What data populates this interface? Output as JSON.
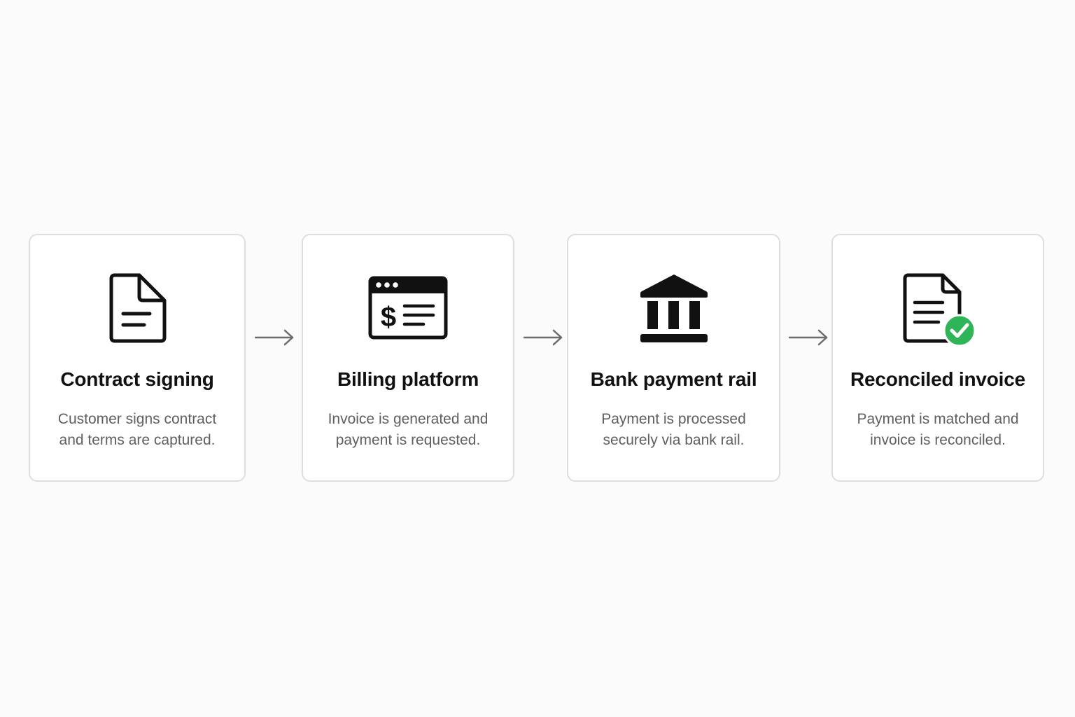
{
  "colors": {
    "background": "#fbfbfb",
    "card_border": "#dedede",
    "title": "#111111",
    "description": "#5f5f5f",
    "arrow": "#6b6b6b",
    "check_badge": "#2fb457"
  },
  "steps": [
    {
      "icon": "document-icon",
      "title": "Contract signing",
      "description_line1": "Customer signs contract",
      "description_line2": "and terms are captured."
    },
    {
      "icon": "billing-window-dollar-icon",
      "title": "Billing platform",
      "description_line1": "Invoice is generated and",
      "description_line2": "payment is requested."
    },
    {
      "icon": "bank-icon",
      "title": "Bank payment rail",
      "description_line1": "Payment is processed",
      "description_line2": "securely via bank rail."
    },
    {
      "icon": "document-check-icon",
      "title": "Reconciled invoice",
      "description_line1": "Payment is matched and",
      "description_line2": "invoice is reconciled."
    }
  ],
  "connectors": [
    "arrow-right-icon",
    "arrow-right-icon",
    "arrow-right-icon"
  ]
}
